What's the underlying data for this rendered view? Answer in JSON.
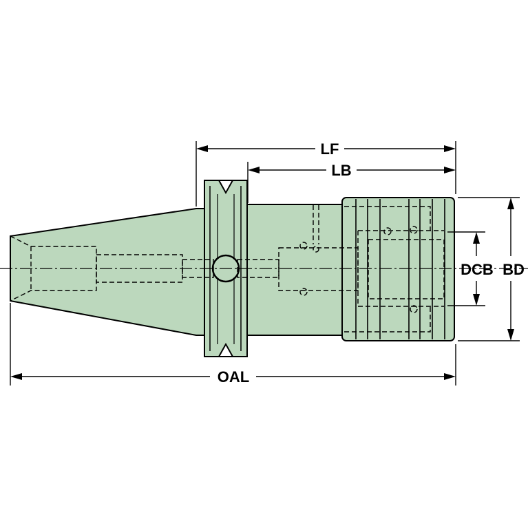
{
  "dimensions": {
    "lf": "LF",
    "lb": "LB",
    "oal": "OAL",
    "dcb": "DCB",
    "bd": "BD"
  }
}
